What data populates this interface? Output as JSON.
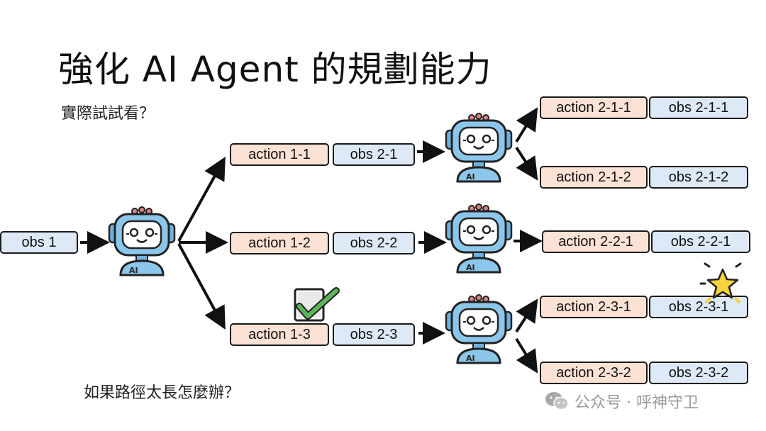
{
  "slide": {
    "title": "強化 AI Agent 的規劃能力",
    "subtitle": "實際試試看？",
    "question": "如果路徑太長怎麼辦？"
  },
  "boxes": {
    "obs_1": "obs 1",
    "action_1_1": "action 1-1",
    "obs_2_1": "obs 2-1",
    "action_1_2": "action 1-2",
    "obs_2_2": "obs 2-2",
    "action_1_3": "action 1-3",
    "obs_2_3": "obs 2-3",
    "action_2_1_1": "action 2-1-1",
    "obs_2_1_1": "obs 2-1-1",
    "action_2_1_2": "action 2-1-2",
    "obs_2_1_2": "obs 2-1-2",
    "action_2_2_1": "action 2-2-1",
    "obs_2_2_1": "obs 2-2-1",
    "action_2_3_1": "action 2-3-1",
    "obs_2_3_1": "obs 2-3-1",
    "action_2_3_2": "action 2-3-2",
    "obs_2_3_2": "obs 2-3-2"
  },
  "robot": {
    "badge": "AI"
  },
  "watermark": {
    "text": "公众号 · 呼神守卫"
  },
  "colors": {
    "action_fill": "#fbe2d4",
    "obs_fill": "#dde9f6",
    "robot_blue": "#8cc6ea",
    "check_green": "#5bb55a",
    "star_yellow": "#f7d23e"
  },
  "icons": [
    "robot-icon",
    "checkbox-check-icon",
    "star-sparkle-icon",
    "wechat-icon"
  ]
}
